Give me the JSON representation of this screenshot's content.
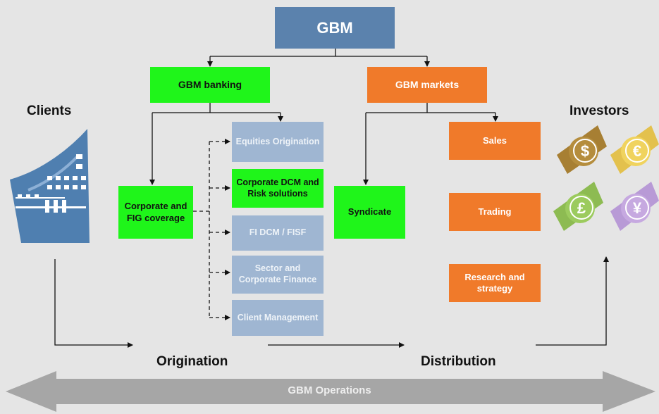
{
  "top": {
    "gbm": "GBM"
  },
  "divisions": {
    "banking": "GBM banking",
    "markets": "GBM markets"
  },
  "sides": {
    "clients": "Clients",
    "investors": "Investors"
  },
  "banking_units": {
    "coverage": "Corporate and FIG coverage",
    "equities": "Equities Origination",
    "corp_dcm": "Corporate DCM and Risk solutions",
    "fi_dcm": "FI DCM / FISF",
    "sector": "Sector and Corporate Finance",
    "client_mgmt": "Client Management"
  },
  "markets_units": {
    "syndicate": "Syndicate",
    "sales": "Sales",
    "trading": "Trading",
    "research": "Research and strategy"
  },
  "flow": {
    "origination": "Origination",
    "distribution": "Distribution"
  },
  "operations": {
    "label": "GBM Operations"
  },
  "currency_icons": [
    "dollar-icon",
    "euro-icon",
    "pound-icon",
    "yen-icon"
  ],
  "colors": {
    "top_blue": "#5b82ad",
    "green": "#1ff51a",
    "orange": "#f07a2a",
    "light_blue": "#9fb6d2",
    "arrow_grey": "#a6a6a6"
  }
}
